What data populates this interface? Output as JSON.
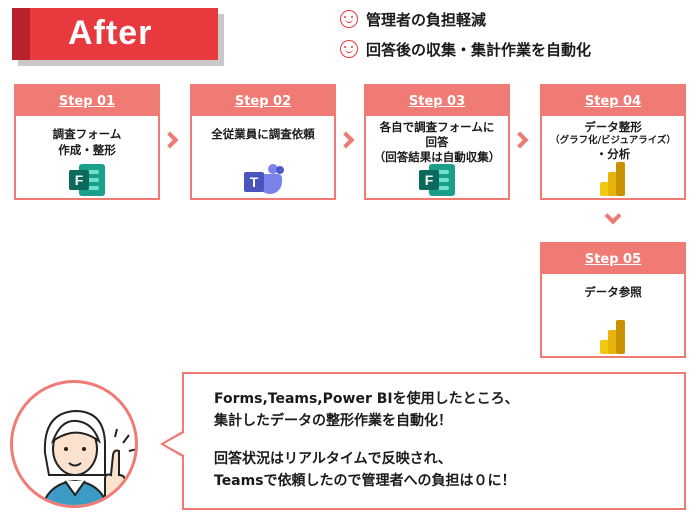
{
  "header": {
    "title": "After",
    "benefits": [
      "管理者の負担軽減",
      "回答後の収集・集計作業を自動化"
    ]
  },
  "steps": [
    {
      "label": "Step 01",
      "lines": [
        "調査フォーム",
        "作成・整形"
      ],
      "icon": "forms-icon"
    },
    {
      "label": "Step 02",
      "lines": [
        "全従業員に調査依頼"
      ],
      "icon": "teams-icon"
    },
    {
      "label": "Step 03",
      "lines": [
        "各自で調査フォームに",
        "回答",
        "（回答結果は自動収集）"
      ],
      "icon": "forms-icon"
    },
    {
      "label": "Step 04",
      "lines": [
        "データ整形",
        "（グラフ化/ビジュアライズ）",
        "・分析"
      ],
      "icon": "powerbi-icon"
    },
    {
      "label": "Step 05",
      "lines": [
        "データ参照"
      ],
      "icon": "powerbi-icon"
    }
  ],
  "comment": {
    "lines": [
      "Forms,Teams,Power BIを使用したところ、",
      "集計したデータの整形作業を自動化！",
      "回答状況はリアルタイムで反映され、",
      "Teamsで依頼したので管理者への負担は０に！"
    ]
  },
  "colors": {
    "accent": "#f07a74",
    "banner": "#e8393f"
  }
}
